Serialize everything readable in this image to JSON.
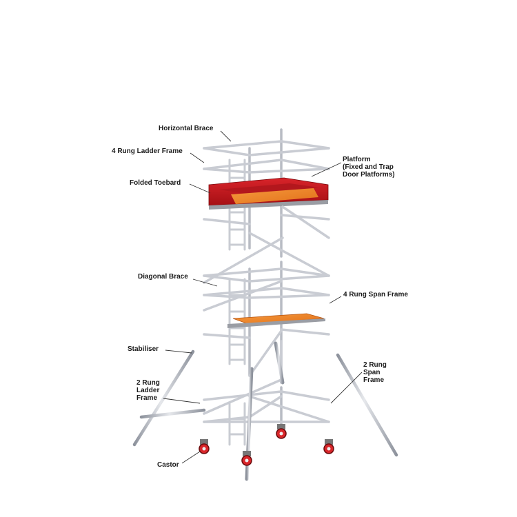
{
  "labels": {
    "horizontal_brace": "Horizontal Brace",
    "four_rung_ladder_frame": "4 Rung Ladder Frame",
    "folded_toebard": "Folded Toebard",
    "platform": [
      "Platform",
      "(Fixed and Trap",
      "Door Platforms)"
    ],
    "diagonal_brace": "Diagonal Brace",
    "four_rung_span_frame": "4 Rung Span Frame",
    "stabiliser": "Stabiliser",
    "two_rung_span_frame": [
      "2 Rung",
      "Span",
      "Frame"
    ],
    "two_rung_ladder_frame": [
      "2 Rung",
      "Ladder",
      "Frame"
    ],
    "castor": "Castor"
  },
  "colors": {
    "tube": "#c9ccd3",
    "tube_shadow": "#8d929c",
    "toeboard": "#c8151b",
    "platform": "#f07d1e",
    "platform_frame": "#9a9da4",
    "castor": "#d9262a",
    "leader": "#333333"
  }
}
